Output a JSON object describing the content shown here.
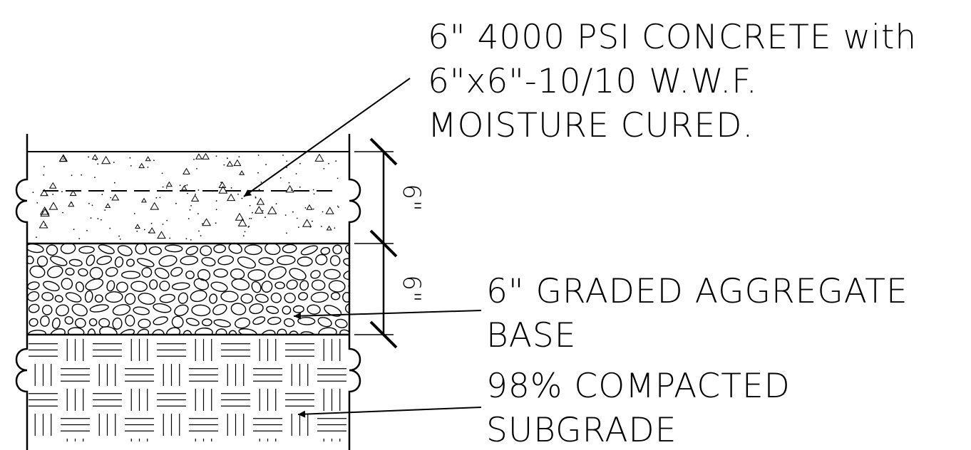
{
  "labels": {
    "concrete": [
      "6\" 4000 PSI CONCRETE with",
      "6\"x6\"-10/10 W.W.F.",
      "MOISTURE CURED."
    ],
    "aggregate": [
      "6\" GRADED AGGREGATE",
      "BASE"
    ],
    "subgrade": [
      "98% COMPACTED",
      "SUBGRADE"
    ]
  },
  "dimensions": {
    "concrete_thickness": "6\"",
    "aggregate_thickness": "6\""
  },
  "colors": {
    "line": "#000000",
    "background": "#ffffff"
  }
}
